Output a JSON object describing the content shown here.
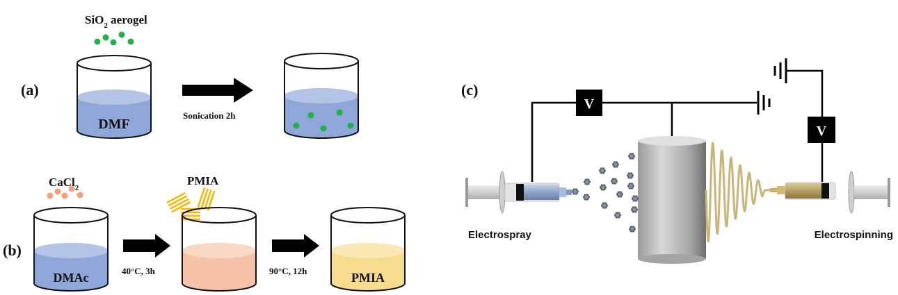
{
  "panel_a": {
    "label": "(a)",
    "additive": {
      "base": "SiO",
      "sub": "2",
      "rest": " aerogel"
    },
    "solvent": "DMF",
    "step": "Sonication 2h",
    "colors": {
      "liquid": "#8fa6d8",
      "liquid_top": "#b4c4e6",
      "particle": "#22b04a"
    }
  },
  "panel_b": {
    "label": "(b)",
    "additive1": {
      "base": "CaCl",
      "sub": "2"
    },
    "solvent": "DMAc",
    "step1": "40°C, 3h",
    "additive2": "PMIA",
    "step2": "90°C, 12h",
    "product": "PMIA",
    "colors": {
      "dmac": "#8fa6d8",
      "mix": "#f6c3a8",
      "product": "#f8dc8e",
      "cacl2": "#f0a27c",
      "pmia_flakes": "#f2b800"
    }
  },
  "panel_c": {
    "label": "(c)",
    "voltage_label_1": "V",
    "voltage_label_2": "V",
    "left_device": "Electrospray",
    "right_device": "Electrospinning",
    "colors": {
      "spray_fluid": "#9fb2d0",
      "spin_fluid": "#b7a56e",
      "collector": "#b8b8b8",
      "fiber": "#c8b57a"
    }
  }
}
